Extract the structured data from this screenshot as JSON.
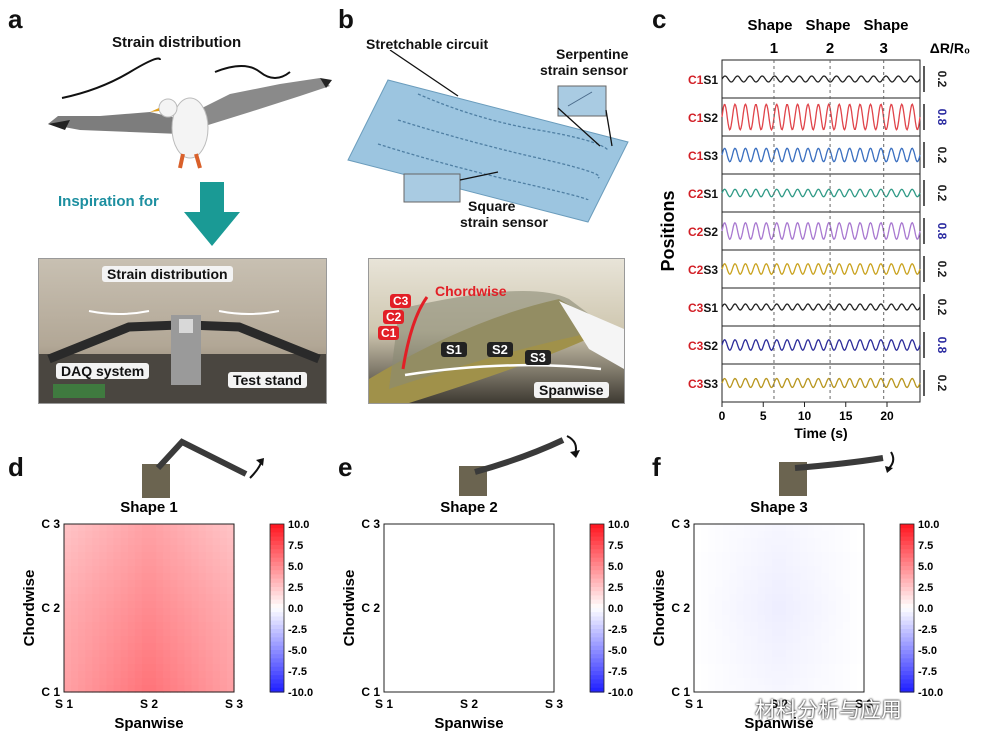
{
  "panels": {
    "a": {
      "label": "a",
      "strain_distribution": "Strain distribution",
      "inspiration": "Inspiration for",
      "photo_strain": "Strain distribution",
      "daq": "DAQ system",
      "test_stand": "Test stand",
      "colors": {
        "arrow": "#1a9a95",
        "inspiration_text": "#1d8fa0"
      }
    },
    "b": {
      "label": "b",
      "stretchable_circuit": "Stretchable circuit",
      "serpentine_1": "Serpentine",
      "serpentine_2": "strain sensor",
      "square_1": "Square",
      "square_2": "strain sensor",
      "chordwise": "Chordwise",
      "spanwise": "Spanwise",
      "c_labels": [
        "C3",
        "C2",
        "C1"
      ],
      "s_labels": [
        "S1",
        "S2",
        "S3"
      ],
      "colors": {
        "sheet": "#9cc5e0",
        "red": "#e21f26"
      }
    },
    "c": {
      "label": "c"
    },
    "d": {
      "label": "d"
    },
    "e": {
      "label": "e"
    },
    "f": {
      "label": "f"
    }
  },
  "watermark": "材料分析与应用",
  "chart_data": [
    {
      "type": "line",
      "panel": "c",
      "shape_header": [
        "Shape",
        "Shape",
        "Shape"
      ],
      "shape_numbers": [
        "1",
        "2",
        "3"
      ],
      "shape_boundaries": [
        6.3,
        13.1,
        19.6
      ],
      "ylabel_right": "ΔR/R₀",
      "ylabel": "Positions",
      "xlabel": "Time (s)",
      "xlim": [
        0,
        24
      ],
      "xticks": [
        "0",
        "5",
        "10",
        "15",
        "20"
      ],
      "series": [
        {
          "name_c": "C1",
          "name_s": "S1",
          "color": "#222222",
          "scale": "0.2",
          "scale_color": "#222222",
          "amplitude": 0.2,
          "cycles": 16
        },
        {
          "name_c": "C1",
          "name_s": "S2",
          "color": "#e0444a",
          "scale": "0.8",
          "scale_color": "#2a2aa0",
          "amplitude": 0.85,
          "cycles": 19
        },
        {
          "name_c": "C1",
          "name_s": "S3",
          "color": "#3a6fc0",
          "scale": "0.2",
          "scale_color": "#222222",
          "amplitude": 0.45,
          "cycles": 19
        },
        {
          "name_c": "C2",
          "name_s": "S1",
          "color": "#2f9a86",
          "scale": "0.2",
          "scale_color": "#222222",
          "amplitude": 0.25,
          "cycles": 19
        },
        {
          "name_c": "C2",
          "name_s": "S2",
          "color": "#a878d0",
          "scale": "0.8",
          "scale_color": "#2a2aa0",
          "amplitude": 0.55,
          "cycles": 19
        },
        {
          "name_c": "C2",
          "name_s": "S3",
          "color": "#c9a21e",
          "scale": "0.2",
          "scale_color": "#222222",
          "amplitude": 0.35,
          "cycles": 19
        },
        {
          "name_c": "C3",
          "name_s": "S1",
          "color": "#222222",
          "scale": "0.2",
          "scale_color": "#222222",
          "amplitude": 0.2,
          "cycles": 19
        },
        {
          "name_c": "C3",
          "name_s": "S2",
          "color": "#2c2c9a",
          "scale": "0.8",
          "scale_color": "#2a2aa0",
          "amplitude": 0.35,
          "cycles": 19
        },
        {
          "name_c": "C3",
          "name_s": "S3",
          "color": "#b8961e",
          "scale": "0.2",
          "scale_color": "#222222",
          "amplitude": 0.3,
          "cycles": 19
        }
      ],
      "label_colors": {
        "c": "#d21f26",
        "s": "#111111"
      }
    },
    {
      "type": "heatmap",
      "panel": "d",
      "title": "Shape 1",
      "xlabel": "Spanwise",
      "ylabel": "Chordwise",
      "xticks": [
        "S 1",
        "S 2",
        "S 3"
      ],
      "yticks": [
        "C 3",
        "C 2",
        "C 1"
      ],
      "colorbar_ticks": [
        "10.0",
        "7.5",
        "5.0",
        "2.5",
        "0.0",
        "-2.5",
        "-5.0",
        "-7.5",
        "-10.0"
      ],
      "clim": [
        -10,
        10
      ],
      "values": [
        [
          2.5,
          4.0,
          2.5
        ],
        [
          3.5,
          5.0,
          3.5
        ],
        [
          4.0,
          6.0,
          4.0
        ]
      ]
    },
    {
      "type": "heatmap",
      "panel": "e",
      "title": "Shape 2",
      "xlabel": "Spanwise",
      "ylabel": "Chordwise",
      "xticks": [
        "S 1",
        "S 2",
        "S 3"
      ],
      "yticks": [
        "C 3",
        "C 2",
        "C 1"
      ],
      "colorbar_ticks": [
        "10.0",
        "7.5",
        "5.0",
        "2.5",
        "0.0",
        "-2.5",
        "-5.0",
        "-7.5",
        "-10.0"
      ],
      "clim": [
        -10,
        10
      ],
      "values": [
        [
          0.0,
          0.0,
          0.0
        ],
        [
          0.0,
          0.0,
          0.0
        ],
        [
          0.0,
          0.0,
          0.0
        ]
      ]
    },
    {
      "type": "heatmap",
      "panel": "f",
      "title": "Shape 3",
      "xlabel": "Spanwise",
      "ylabel": "Chordwise",
      "xticks": [
        "S 1",
        "S 2",
        "S 3"
      ],
      "yticks": [
        "C 3",
        "C 2",
        "C 1"
      ],
      "colorbar_ticks": [
        "10.0",
        "7.5",
        "5.0",
        "2.5",
        "0.0",
        "-2.5",
        "-5.0",
        "-7.5",
        "-10.0"
      ],
      "clim": [
        -10,
        10
      ],
      "values": [
        [
          0.0,
          -0.4,
          0.0
        ],
        [
          0.0,
          -0.8,
          0.0
        ],
        [
          0.0,
          -0.4,
          0.0
        ]
      ]
    }
  ]
}
